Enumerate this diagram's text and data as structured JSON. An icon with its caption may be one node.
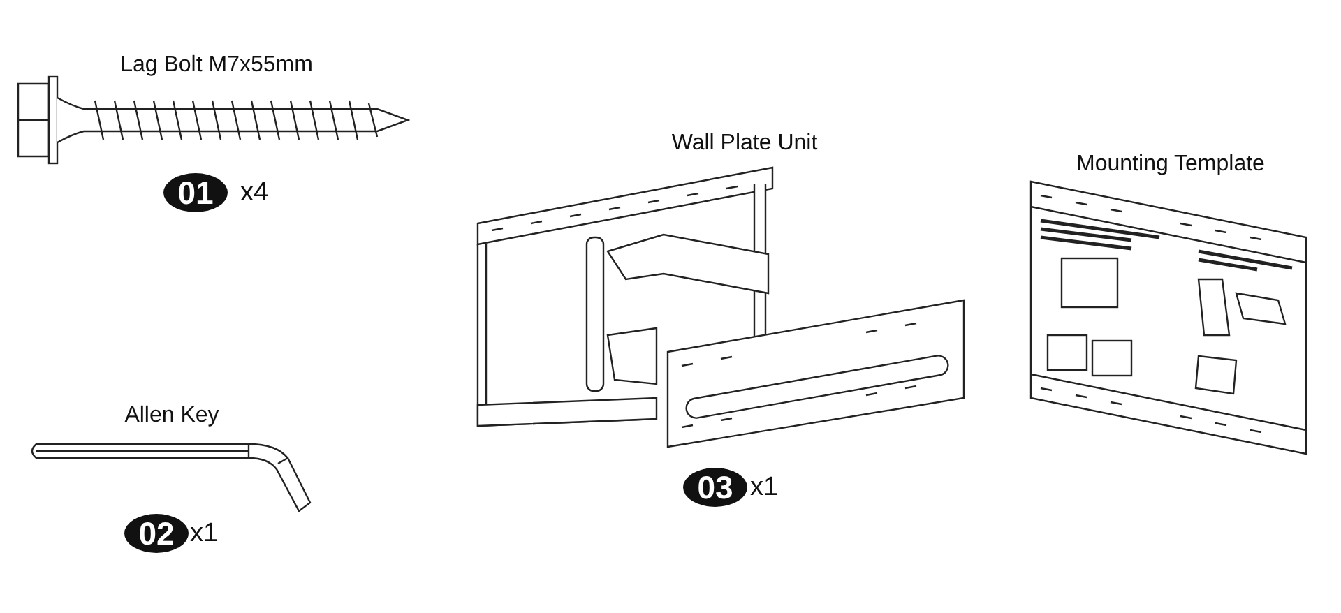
{
  "diagram": {
    "labels": [
      "Lag Bolt M7x55mm",
      "01",
      "x4",
      "Wall Plate Unit",
      "Mounting Template",
      "Allen Key",
      "02",
      "x1",
      "03",
      "x1"
    ]
  }
}
